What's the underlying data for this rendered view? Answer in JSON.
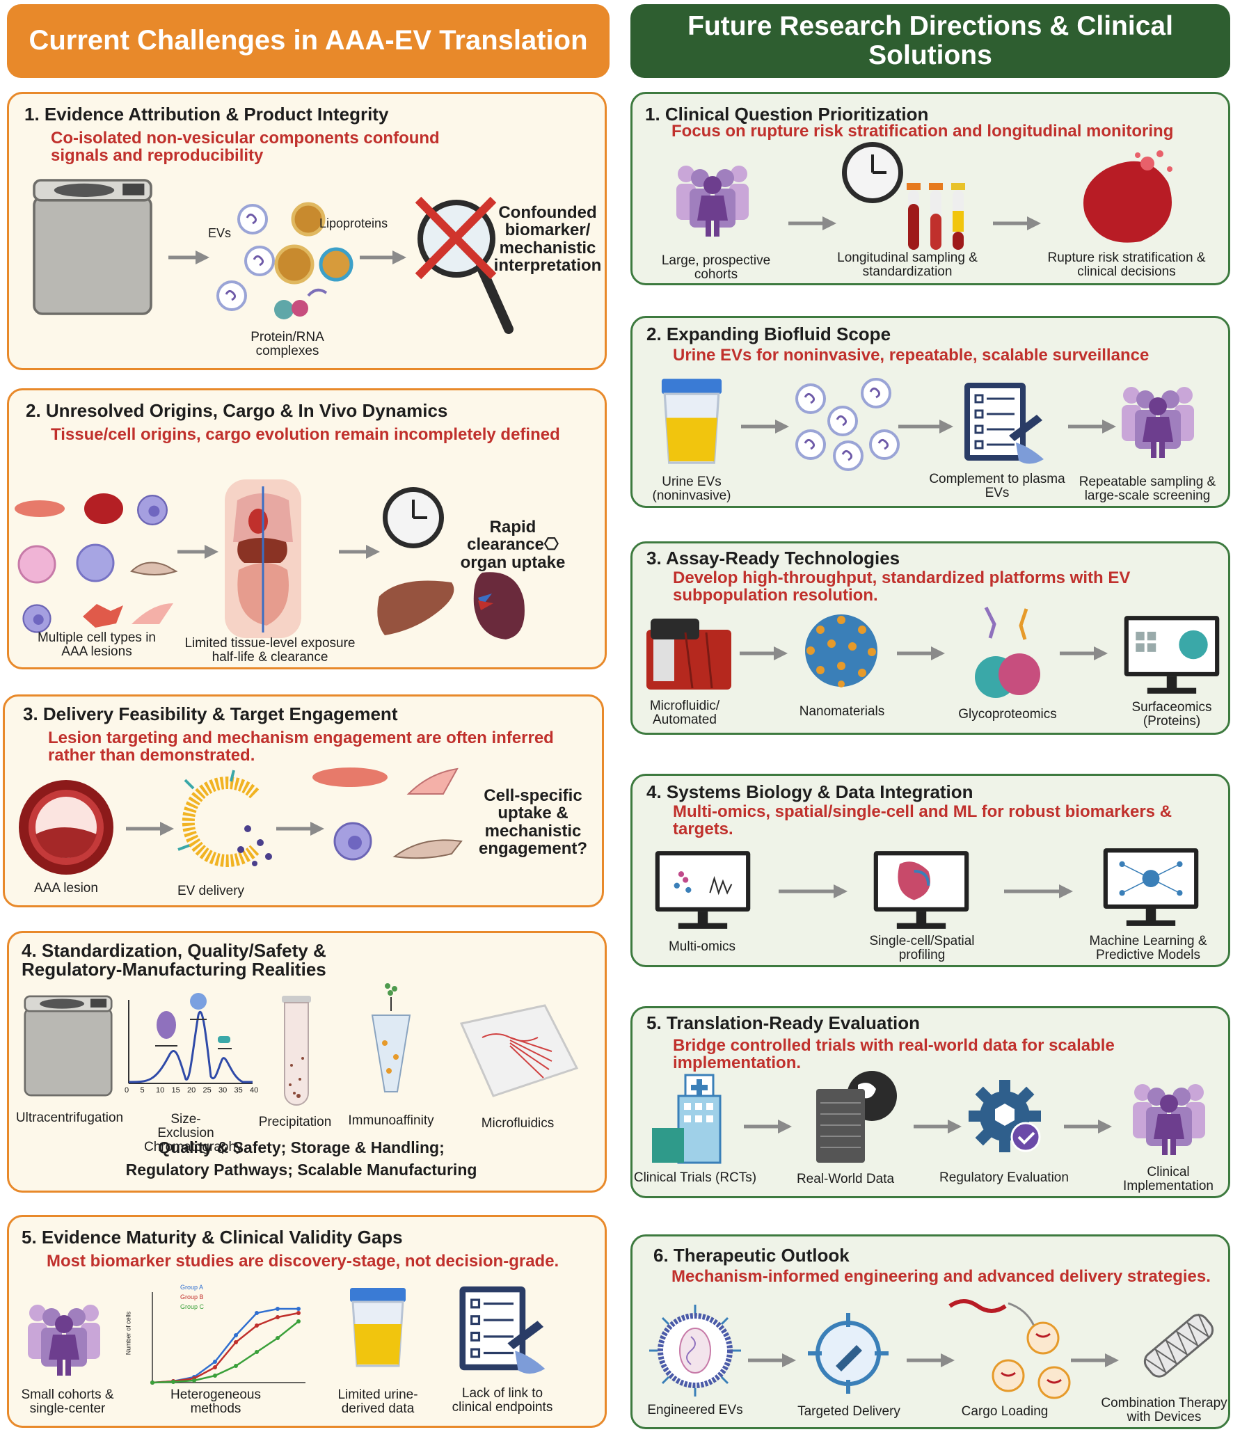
{
  "headers": {
    "left": "Current Challenges in AAA-EV Translation",
    "right": "Future Research Directions & Clinical Solutions"
  },
  "challenges": [
    {
      "title": "1.  Evidence Attribution & Product Integrity",
      "subtitle": "Co-isolated non-vesicular components confound signals and reproducibility",
      "labels": {
        "evs": "EVs",
        "lipoproteins": "Lipoproteins",
        "complexes": "Protein/RNA complexes",
        "result": "Confounded biomarker/ mechanistic interpretation"
      }
    },
    {
      "title": "2. Unresolved Origins, Cargo & In Vivo Dynamics",
      "subtitle": "Tissue/cell origins, cargo evolution remain incompletely defined",
      "labels": {
        "cells": "Multiple cell types in AAA lesions",
        "exposure": "Limited tissue-level exposure half-life & clearance",
        "result": "Rapid clearance⎔ organ uptake"
      }
    },
    {
      "title": "3. Delivery Feasibility & Target Engagement",
      "subtitle": "Lesion targeting and mechanism engagement are often inferred rather than demonstrated.",
      "labels": {
        "lesion": "AAA lesion",
        "delivery": "EV delivery",
        "result": "Cell-specific uptake & mechanistic engagement?"
      }
    },
    {
      "title": "4. Standardization, Quality/Safety & Regulatory-Manufacturing Realities",
      "labels": {
        "ultra": "Ultracentrifugation",
        "sec": "Size-Exclusion Chromatography",
        "precip": "Precipitation",
        "immuno": "Immunoaffinity",
        "micro": "Microfluidics",
        "footer1": "Quality & Safety; Storage & Handling;",
        "footer2": "Regulatory Pathways; Scalable Manufacturing"
      },
      "sec_ticks": [
        "0",
        "5",
        "10",
        "15",
        "20",
        "25",
        "30",
        "35",
        "40"
      ]
    },
    {
      "title": "5. Evidence Maturity & Clinical Validity Gaps",
      "subtitle": "Most biomarker studies are discovery-stage, not decision-grade.",
      "labels": {
        "cohorts": "Small cohorts & single-center",
        "methods": "Heterogeneous methods",
        "urine": "Limited urine- derived data",
        "endpoints": "Lack of link to clinical endpoints"
      },
      "mini_chart": {
        "ylabel": "Number of cells",
        "legend": [
          "Group A",
          "Group B",
          "Group C"
        ]
      }
    }
  ],
  "directions": [
    {
      "title": "1.  Clinical Question Prioritization",
      "subtitle": "Focus on rupture risk stratification and longitudinal monitoring",
      "labels": {
        "a": "Large, prospective cohorts",
        "b": "Longitudinal sampling & standardization",
        "c": "Rupture risk stratification & clinical decisions"
      }
    },
    {
      "title": "2. Expanding Biofluid Scope",
      "subtitle": "Urine EVs for noninvasive, repeatable, scalable surveillance",
      "labels": {
        "a": "Urine EVs (noninvasive)",
        "b": "Complement to plasma EVs",
        "c": "Repeatable sampling & large-scale screening"
      }
    },
    {
      "title": "3. Assay-Ready Technologies",
      "subtitle": "Develop high-throughput, standardized platforms with EV subpopulation resolution.",
      "labels": {
        "a": "Microfluidic/ Automated",
        "b": "Nanomaterials",
        "c": "Glycoproteomics",
        "d": "Surfaceomics (Proteins)"
      }
    },
    {
      "title": "4. Systems Biology & Data Integration",
      "subtitle": "Multi-omics, spatial/single-cell and ML for robust biomarkers & targets.",
      "labels": {
        "a": "Multi-omics",
        "b": "Single-cell/Spatial profiling",
        "c": "Machine Learning & Predictive Models"
      }
    },
    {
      "title": "5. Translation-Ready Evaluation",
      "subtitle": "Bridge controlled trials with real-world data for scalable implementation.",
      "labels": {
        "a": "Clinical Trials (RCTs)",
        "b": "Real-World Data",
        "c": "Regulatory Evaluation",
        "d": "Clinical Implementation"
      }
    },
    {
      "title": "6. Therapeutic Outlook",
      "subtitle": "Mechanism-informed engineering and advanced delivery strategies.",
      "labels": {
        "a": "Engineered EVs",
        "b": "Targeted Delivery",
        "c": "Cargo Loading",
        "d": "Combination Therapy with Devices"
      }
    }
  ],
  "colors": {
    "left_accent": "#e8892a",
    "right_accent": "#2e5e30",
    "subtitle_red": "#c0302c",
    "left_panel_bg": "#fdf8ea",
    "right_panel_bg": "#eff3e8"
  },
  "icons": [
    "ultracentrifuge-icon",
    "ev-icon",
    "lipoprotein-icon",
    "magnifier-cross-icon",
    "body-organs-icon",
    "clock-icon",
    "liver-icon",
    "spleen-icon",
    "vessel-lesion-icon",
    "cell-icon",
    "people-group-icon",
    "blood-tube-icon",
    "ruptured-aneurysm-icon",
    "urine-cup-icon",
    "checklist-icon",
    "microfluidic-device-icon",
    "nanoparticle-icon",
    "glycoprotein-icon",
    "monitor-icon",
    "hospital-icon",
    "server-icon",
    "gear-check-icon",
    "stent-icon"
  ]
}
